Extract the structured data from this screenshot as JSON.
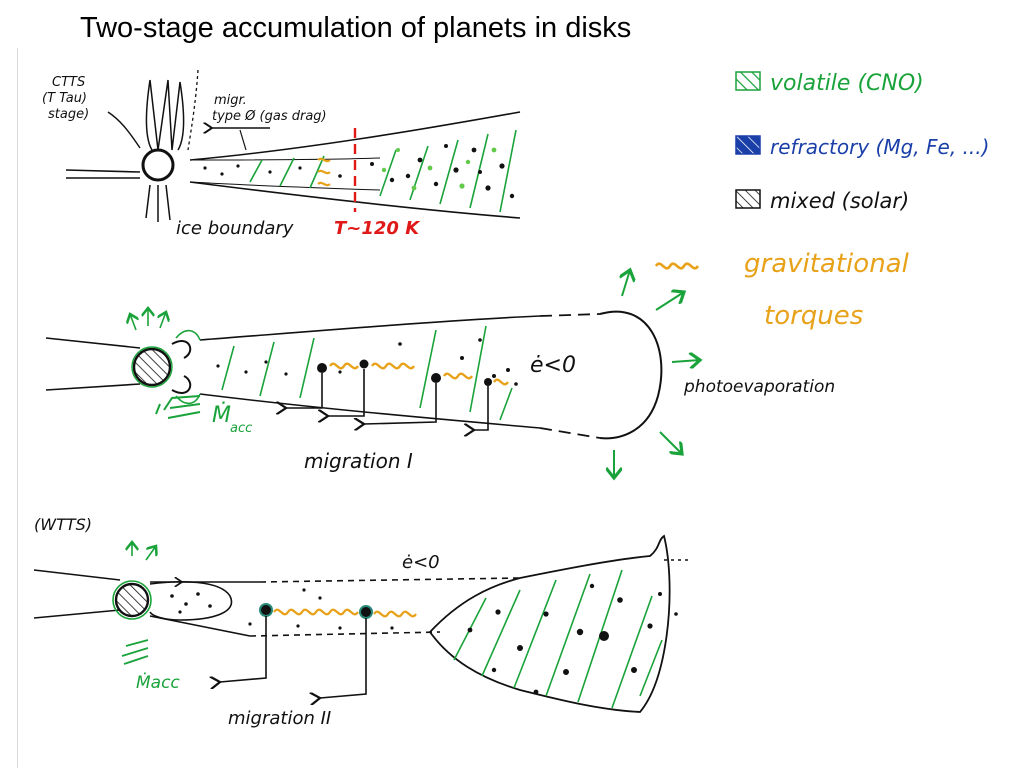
{
  "title": "Two-stage accumulation of planets in disks",
  "legend": {
    "volatile": "volatile (CNO)",
    "refractory": "refractory (Mg, Fe, ...)",
    "mixed": "mixed (solar)"
  },
  "panel1": {
    "stage_line1": "CTTS",
    "stage_line2": "(T Tau)",
    "stage_line3": "stage)",
    "migr_line1": "migr.",
    "migr_line2": "type Ø (gas drag)",
    "ice_boundary": "ice boundary",
    "temperature": "T~120 K"
  },
  "panel2": {
    "torques_line1": "gravitational",
    "torques_line2": "torques",
    "edot": "ė<0",
    "photoevaporation": "photoevaporation",
    "mdot_acc": "Ṁ",
    "mdot_sub": "acc",
    "migration": "migration I"
  },
  "panel3": {
    "stage": "(WTTS)",
    "edot": "ė<0",
    "mdot_acc": "Ṁacc",
    "migration": "migration II"
  },
  "colors": {
    "ink": "#111111",
    "green": "#1aa33a",
    "light_green": "#62c94a",
    "orange": "#e8a21a",
    "red": "#e01818",
    "teal": "#2a8a7a"
  }
}
